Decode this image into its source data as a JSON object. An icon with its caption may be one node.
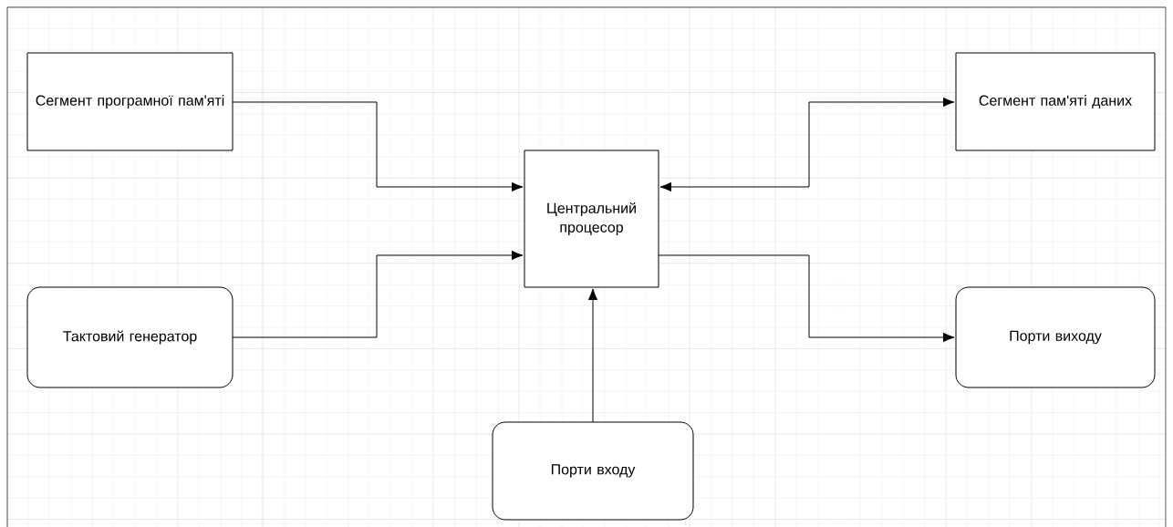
{
  "diagram": {
    "nodes": [
      {
        "text": [
          "Сегмент програмної пам'яті"
        ]
      },
      {
        "text": [
          "Сегмент пам'яті даних"
        ]
      },
      {
        "text": [
          "Центральний процесор"
        ]
      },
      {
        "text": [
          "Тактовий генератор"
        ]
      },
      {
        "text": [
          "Порти виходу"
        ]
      },
      {
        "text": [
          "Порти входу"
        ]
      }
    ],
    "edges": [
      {
        "from": 0,
        "to": 2,
        "arrow": "to"
      },
      {
        "from": 3,
        "to": 2,
        "arrow": "to"
      },
      {
        "from": 2,
        "to": 1,
        "arrow": "both"
      },
      {
        "from": 2,
        "to": 4,
        "arrow": "to"
      },
      {
        "from": 5,
        "to": 2,
        "arrow": "to"
      }
    ]
  }
}
